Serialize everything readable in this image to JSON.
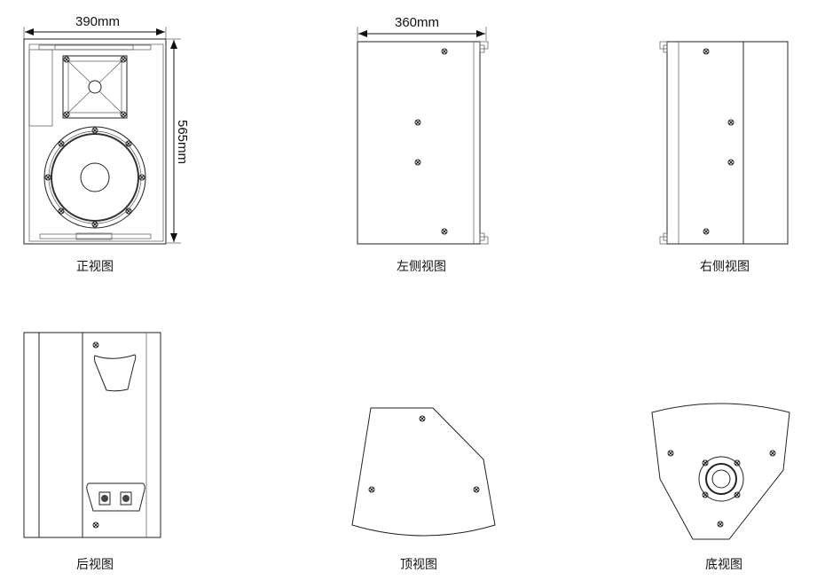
{
  "dimensions": {
    "front_width": "390mm",
    "front_height": "565mm",
    "side_depth": "360mm"
  },
  "views": {
    "front": "正视图",
    "left": "左侧视图",
    "right": "右侧视图",
    "back": "后视图",
    "top": "顶视图",
    "bottom": "底视图"
  },
  "colors": {
    "line": "#222222",
    "background": "#ffffff"
  }
}
